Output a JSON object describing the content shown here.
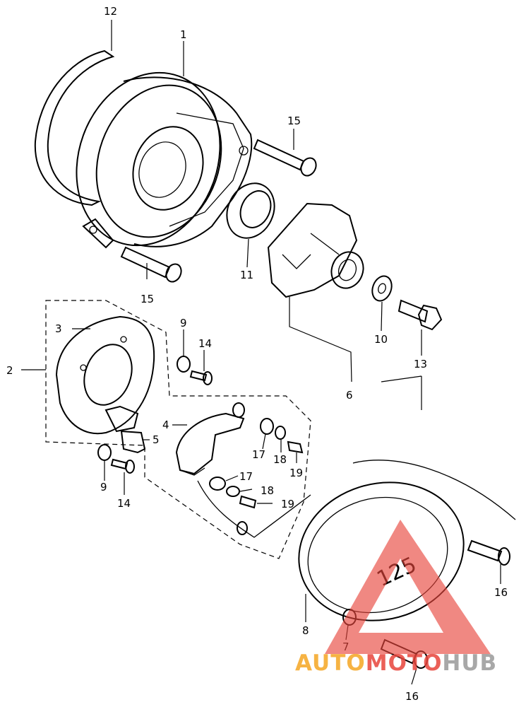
{
  "callouts": [
    {
      "id": "c12",
      "text": "12"
    },
    {
      "id": "c1",
      "text": "1"
    },
    {
      "id": "c15a",
      "text": "15"
    },
    {
      "id": "c15b",
      "text": "15"
    },
    {
      "id": "c11",
      "text": "11"
    },
    {
      "id": "c10",
      "text": "10"
    },
    {
      "id": "c13",
      "text": "13"
    },
    {
      "id": "c6",
      "text": "6"
    },
    {
      "id": "c2",
      "text": "2"
    },
    {
      "id": "c3",
      "text": "3"
    },
    {
      "id": "c9a",
      "text": "9"
    },
    {
      "id": "c14a",
      "text": "14"
    },
    {
      "id": "c4",
      "text": "4"
    },
    {
      "id": "c5",
      "text": "5"
    },
    {
      "id": "c9b",
      "text": "9"
    },
    {
      "id": "c14b",
      "text": "14"
    },
    {
      "id": "c17a",
      "text": "17"
    },
    {
      "id": "c18a",
      "text": "18"
    },
    {
      "id": "c19a",
      "text": "19"
    },
    {
      "id": "c17b",
      "text": "17"
    },
    {
      "id": "c18b",
      "text": "18"
    },
    {
      "id": "c19b",
      "text": "19"
    },
    {
      "id": "c16a",
      "text": "16"
    },
    {
      "id": "c8",
      "text": "8"
    },
    {
      "id": "c7",
      "text": "7"
    },
    {
      "id": "c16b",
      "text": "16"
    }
  ],
  "cover_marking": "125",
  "watermark": {
    "text_part1": "AUTO",
    "text_part2": "MOTO",
    "text_part3": "HUB",
    "color_orange": "#f5a623",
    "color_red": "#e8453c",
    "color_gray": "#9a9a9a"
  }
}
